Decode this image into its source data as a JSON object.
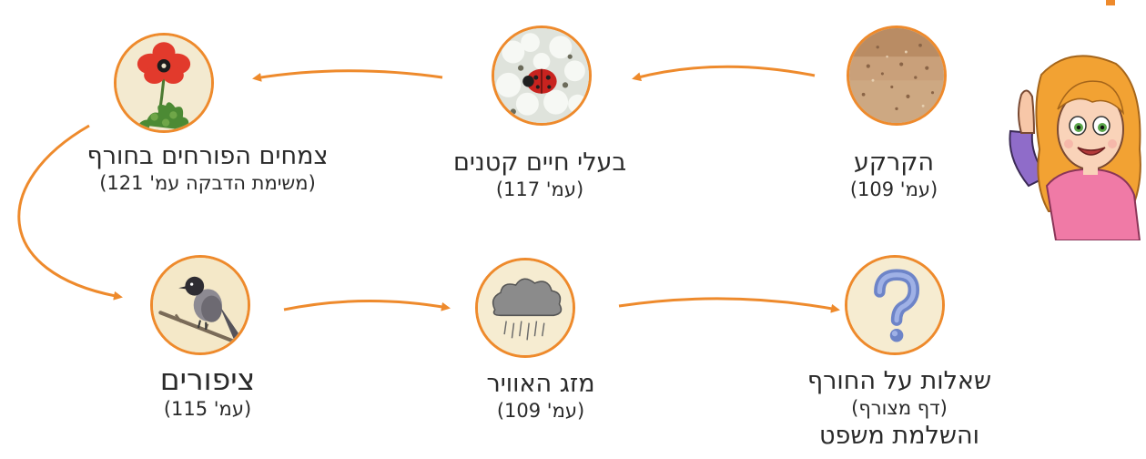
{
  "nodes": [
    {
      "id": "soil",
      "title": "הקרקע",
      "subtitle": "(עמ' 109)",
      "icon": "soil-image"
    },
    {
      "id": "small-animals",
      "title": "בעלי חיים קטנים",
      "subtitle": "(עמ' 117)",
      "icon": "ladybug-image"
    },
    {
      "id": "winter-flowers",
      "title": "צמחים הפורחים בחורף",
      "subtitle": "(משימת הדבקה עמ' 121)",
      "icon": "anemone-flower-image"
    },
    {
      "id": "birds",
      "title": "ציפורים",
      "subtitle": "(עמ' 115)",
      "icon": "bird-image"
    },
    {
      "id": "weather",
      "title": "מזג האוויר",
      "subtitle": "(עמ' 109)",
      "icon": "rain-cloud-image"
    },
    {
      "id": "winter-questions",
      "title": "שאלות על החורף",
      "subtitle": "(דף מצורף)",
      "subtitle2": "והשלמת משפט",
      "icon": "question-mark-image"
    }
  ],
  "character": {
    "icon": "girl-pointing-illustration"
  },
  "colors": {
    "accent": "#ee8a2c",
    "text": "#2a2a2a"
  }
}
